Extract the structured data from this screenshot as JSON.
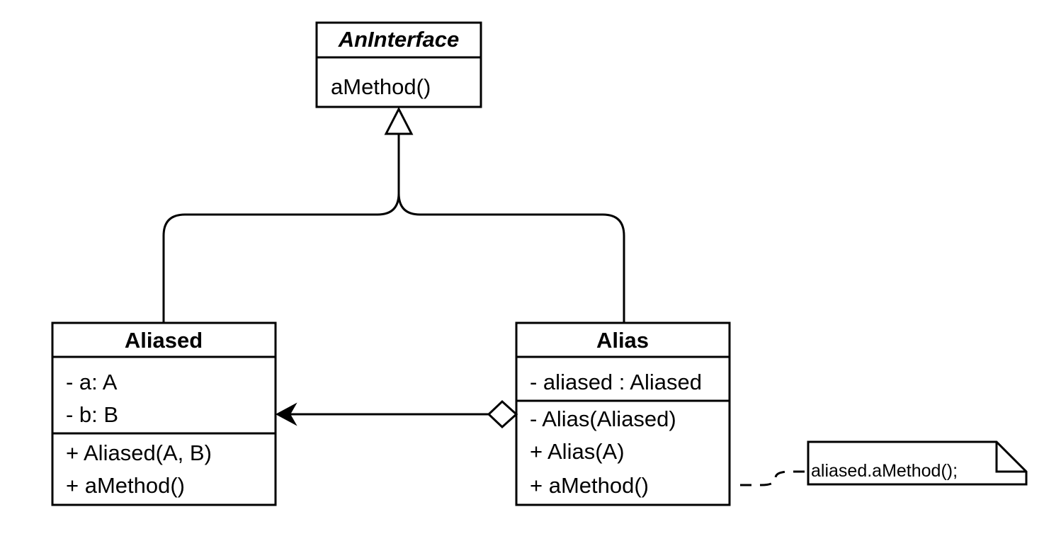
{
  "diagram_type": "uml-class-diagram",
  "classes": {
    "interface": {
      "name": "AnInterface",
      "name_style": "bold-italic",
      "methods": [
        "aMethod()"
      ]
    },
    "aliased": {
      "name": "Aliased",
      "attributes": [
        "- a: A",
        "- b: B"
      ],
      "methods": [
        "+ Aliased(A, B)",
        "+ aMethod()"
      ]
    },
    "alias": {
      "name": "Alias",
      "attributes": [
        "- aliased : Aliased"
      ],
      "methods": [
        "- Alias(Aliased)",
        "+ Alias(A)",
        "+ aMethod()"
      ]
    }
  },
  "note": {
    "text": "aliased.aMethod();"
  },
  "relationships": [
    {
      "type": "realization",
      "from": "Aliased",
      "to": "AnInterface"
    },
    {
      "type": "realization",
      "from": "Alias",
      "to": "AnInterface"
    },
    {
      "type": "aggregation",
      "from": "Alias",
      "to": "Aliased",
      "navigable": true
    },
    {
      "type": "note-anchor",
      "from": "note",
      "to": "Alias"
    }
  ],
  "colors": {
    "stroke": "#000000",
    "fill": "#ffffff"
  }
}
